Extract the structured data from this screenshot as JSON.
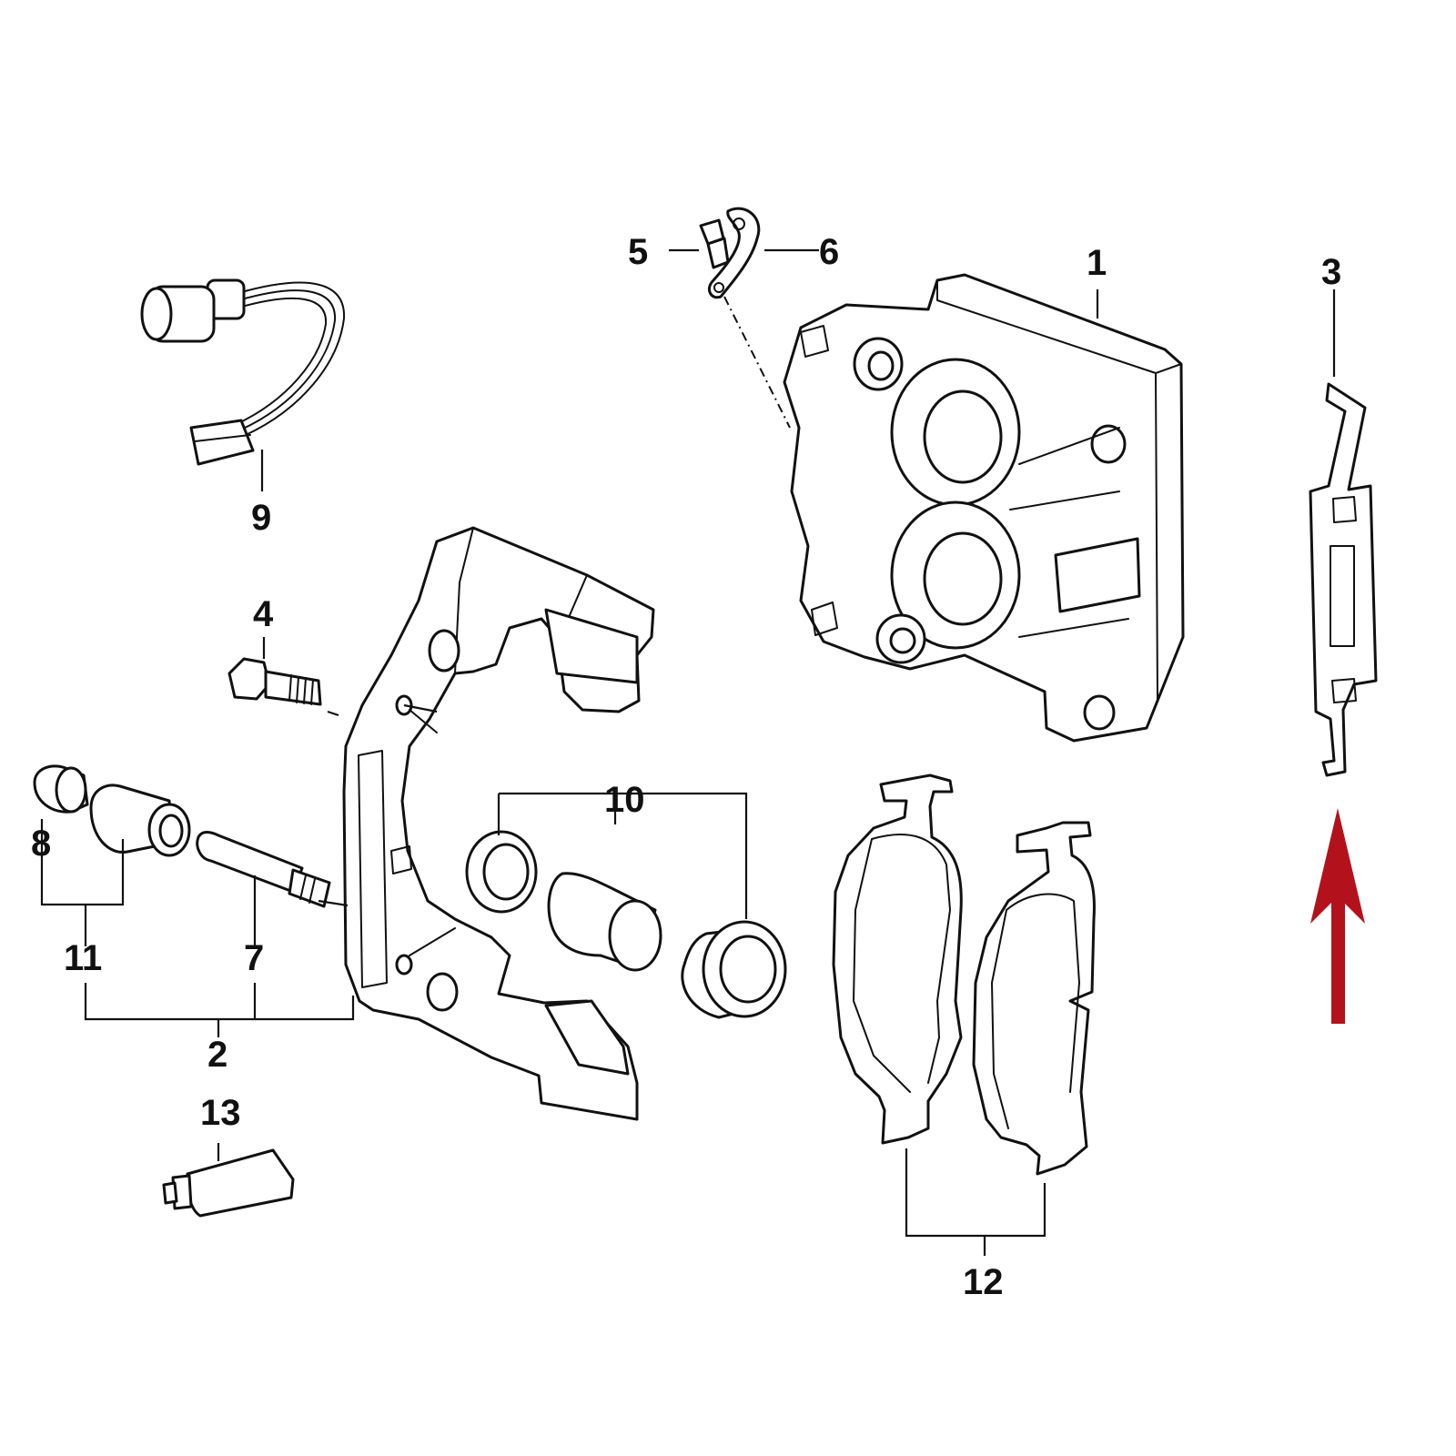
{
  "callouts": {
    "c1": "1",
    "c2": "2",
    "c3": "3",
    "c4": "4",
    "c5": "5",
    "c6": "6",
    "c7": "7",
    "c8": "8",
    "c9": "9",
    "c10": "10",
    "c11": "11",
    "c12": "12",
    "c13": "13"
  },
  "colors": {
    "line": "#111111",
    "background": "#ffffff",
    "highlight_arrow": "#b3121c"
  }
}
